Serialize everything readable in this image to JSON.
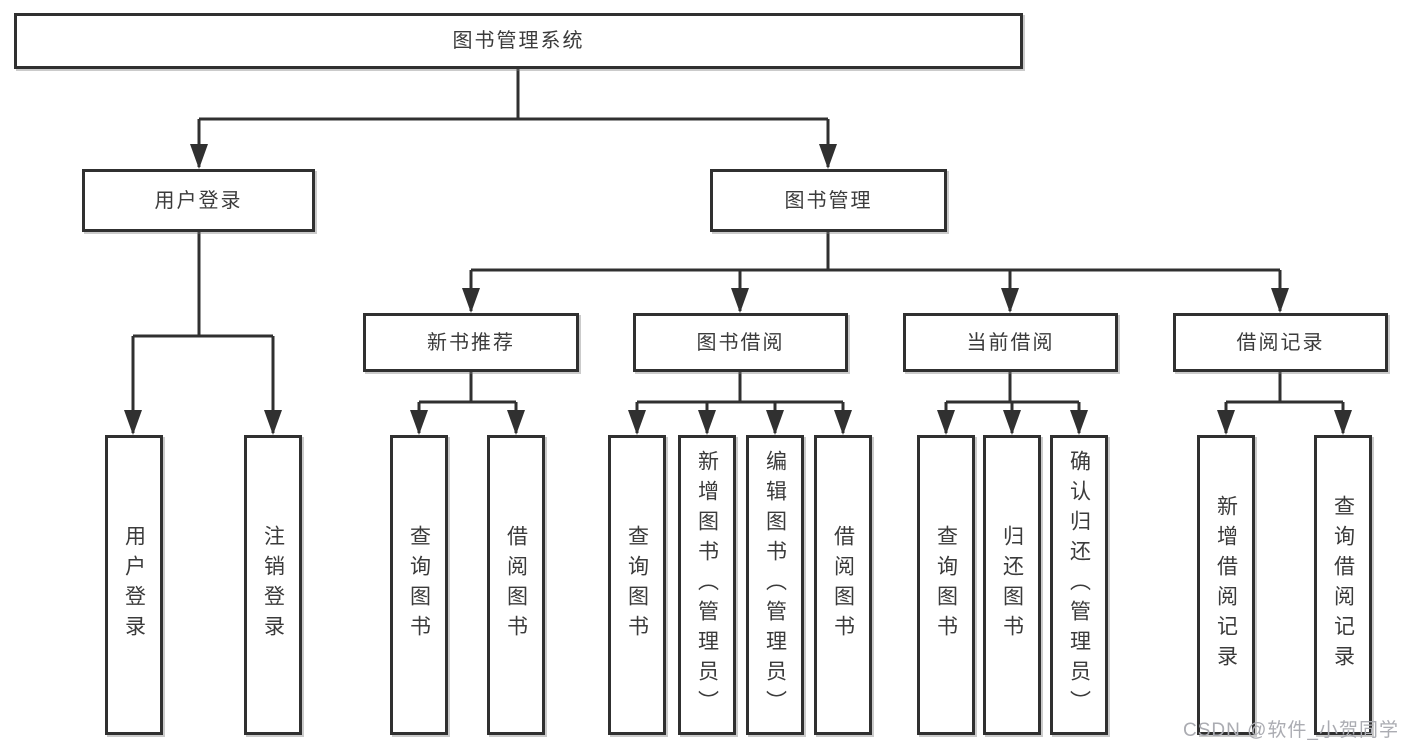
{
  "diagram": {
    "root": {
      "label": "图书管理系统",
      "children": [
        {
          "label": "用户登录",
          "children": [
            {
              "label": "用户登录"
            },
            {
              "label": "注销登录"
            }
          ]
        },
        {
          "label": "图书管理",
          "children": [
            {
              "label": "新书推荐",
              "children": [
                {
                  "label": "查询图书"
                },
                {
                  "label": "借阅图书"
                }
              ]
            },
            {
              "label": "图书借阅",
              "children": [
                {
                  "label": "查询图书"
                },
                {
                  "label": "新增图书（管理员）"
                },
                {
                  "label": "编辑图书（管理员）"
                },
                {
                  "label": "借阅图书"
                }
              ]
            },
            {
              "label": "当前借阅",
              "children": [
                {
                  "label": "查询图书"
                },
                {
                  "label": "归还图书"
                },
                {
                  "label": "确认归还（管理员）"
                }
              ]
            },
            {
              "label": "借阅记录",
              "children": [
                {
                  "label": "新增借阅记录"
                },
                {
                  "label": "查询借阅记录"
                }
              ]
            }
          ]
        }
      ]
    }
  },
  "watermark": "CSDN @软件_小贺同学",
  "colors": {
    "line": "#303030",
    "box_border": "#303030",
    "text": "#3b3b3b",
    "background": "#ffffff",
    "watermark": "#abacb2"
  }
}
